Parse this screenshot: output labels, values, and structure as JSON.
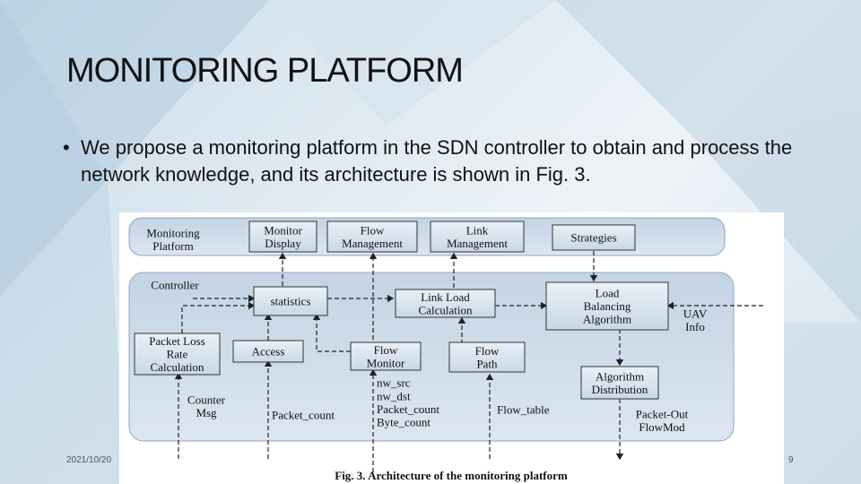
{
  "slide": {
    "title": "MONITORING PLATFORM",
    "bullet": "We propose a monitoring platform in the SDN controller to obtain and process the network knowledge, and its architecture is shown in Fig. 3.",
    "date": "2021/10/20",
    "page_number": "9"
  },
  "diagram": {
    "groups": {
      "monitoring_platform": "Monitoring\nPlatform",
      "controller": "Controller"
    },
    "boxes": {
      "monitor_display": "Monitor\nDisplay",
      "flow_management": "Flow\nManagement",
      "link_management": "Link\nManagement",
      "strategies": "Strategies",
      "statistics": "statistics",
      "link_load_calculation": "Link Load\nCalculation",
      "load_balancing_algorithm": "Load\nBalancing\nAlgorithm",
      "packet_loss_rate_calculation": "Packet Loss\nRate\nCalculation",
      "access": "Access",
      "flow_monitor": "Flow\nMonitor",
      "flow_path": "Flow\nPath",
      "algorithm_distribution": "Algorithm\nDistribution"
    },
    "labels": {
      "uav_info": "UAV\nInfo",
      "counter_msg": "Counter\nMsg",
      "packet_count": "Packet_count",
      "flow_fields": "nw_src\nnw_dst\nPacket_count\nByte_count",
      "flow_table": "Flow_table",
      "packet_out_flowmod": "Packet-Out\nFlowMod"
    },
    "caption": "Fig. 3.  Architecture of the monitoring platform"
  }
}
